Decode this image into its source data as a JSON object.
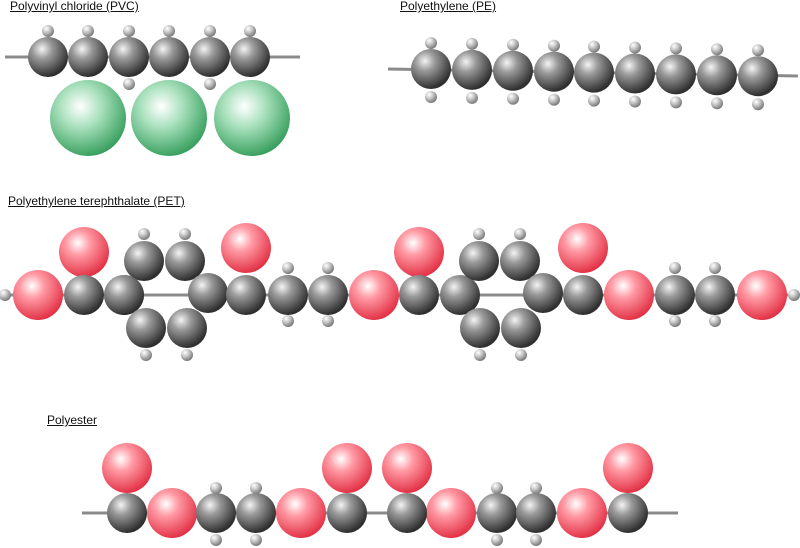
{
  "diagram": {
    "labels": {
      "pvc": "Polyvinyl chloride (PVC)",
      "pe": "Polyethylene (PE)",
      "pet": "Polyethylene terephthalate (PET)",
      "polyester": "Polyester"
    },
    "colors": {
      "carbon": "#555555",
      "hydrogen": "#b5b5b5",
      "oxygen": "#ff5a6a",
      "chlorine": "#3fb56a",
      "bond": "#8a8a8a"
    },
    "molecules": [
      {
        "id": "pvc",
        "name": "Polyvinyl chloride (PVC)",
        "carbon_atoms": 6,
        "chlorine_atoms": 3
      },
      {
        "id": "pe",
        "name": "Polyethylene (PE)",
        "carbon_atoms": 9
      },
      {
        "id": "pet",
        "name": "Polyethylene terephthalate (PET)"
      },
      {
        "id": "polyester",
        "name": "Polyester"
      }
    ]
  }
}
